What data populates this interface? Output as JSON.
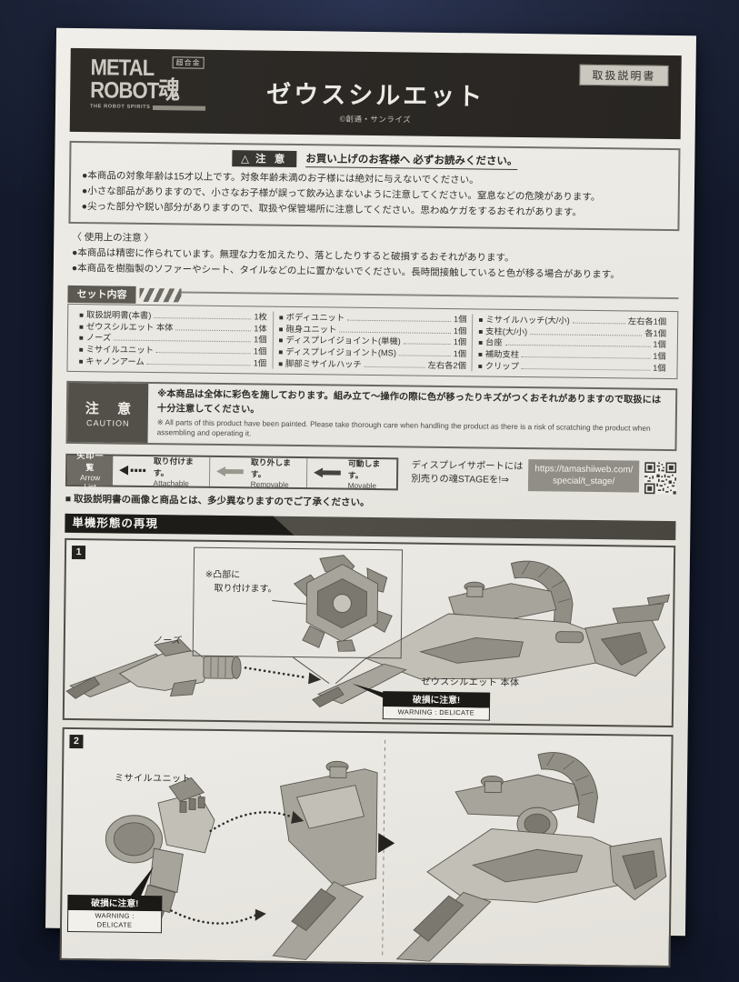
{
  "header": {
    "logo_line1": "METAL",
    "logo_line2": "ROBOT",
    "logo_kanji": "魂",
    "logo_badge": "超合金",
    "logo_tagline": "THE ROBOT SPIRITS",
    "manual_badge": "取扱説明書",
    "title": "ゼウスシルエット",
    "copyright": "©創通・サンライズ"
  },
  "caution_box": {
    "icon": "△",
    "label": "注 意",
    "headline": "お買い上げのお客様へ 必ずお読みください。",
    "bullets": [
      "●本商品の対象年齢は15才以上です。対象年齢未満のお子様には絶対に与えないでください。",
      "●小さな部品がありますので、小さなお子様が誤って飲み込まないように注意してください。窒息などの危険があります。",
      "●尖った部分や鋭い部分がありますので、取扱や保管場所に注意してください。思わぬケガをするおそれがあります。"
    ]
  },
  "usage_notes": {
    "title": "〈 使用上の注意 〉",
    "bullets": [
      "●本商品は精密に作られています。無理な力を加えたり、落としたりすると破損するおそれがあります。",
      "●本商品を樹脂製のソファーやシート、タイルなどの上に置かないでください。長時間接触していると色が移る場合があります。"
    ]
  },
  "set_contents": {
    "title": "セット内容",
    "bullet_char": "■",
    "columns": [
      [
        {
          "name": "取扱説明書(本書)",
          "qty": "1枚"
        },
        {
          "name": "ゼウスシルエット 本体",
          "qty": "1体"
        },
        {
          "name": "ノーズ",
          "qty": "1個"
        },
        {
          "name": "ミサイルユニット",
          "qty": "1個"
        },
        {
          "name": "キャノンアーム",
          "qty": "1個"
        }
      ],
      [
        {
          "name": "ボディユニット",
          "qty": "1個"
        },
        {
          "name": "砲身ユニット",
          "qty": "1個"
        },
        {
          "name": "ディスプレイジョイント(単機)",
          "qty": "1個"
        },
        {
          "name": "ディスプレイジョイント(MS)",
          "qty": "1個"
        },
        {
          "name": "脚部ミサイルハッチ",
          "qty": "左右各2個"
        }
      ],
      [
        {
          "name": "ミサイルハッチ(大/小)",
          "qty": "左右各1個"
        },
        {
          "name": "支柱(大/小)",
          "qty": "各1個"
        },
        {
          "name": "台座",
          "qty": "1個"
        },
        {
          "name": "補助支柱",
          "qty": "1個"
        },
        {
          "name": "クリップ",
          "qty": "1個"
        }
      ]
    ]
  },
  "caution2": {
    "label_jp": "注 意",
    "label_en": "CAUTION",
    "text_jp": "※本商品は全体に彩色を施しております。組み立て〜操作の際に色が移ったりキズがつくおそれがありますので取扱には十分注意してください。",
    "text_en": "※ All parts of this product have been painted. Please take thorough care when handling the product as there is a risk of scratching the product when assembling and operating it."
  },
  "arrow_list": {
    "label_jp": "矢印一覧",
    "label_en": "Arrow List",
    "items": [
      {
        "jp": "取り付けます。",
        "en": "Attachable"
      },
      {
        "jp": "取り外します。",
        "en": "Removable"
      },
      {
        "jp": "可動します。",
        "en": "Movable"
      }
    ]
  },
  "display_support": {
    "line1": "ディスプレイサポートには",
    "line2": "別売りの魂STAGEを!⇒",
    "url_line1": "https://tamashiiweb.com/",
    "url_line2": "special/t_stage/"
  },
  "disclaimer": "■ 取扱説明書の画像と商品とは、多少異なりますのでご了承ください。",
  "assembly": {
    "title": "単機形態の再現",
    "step1": {
      "num": "1",
      "callout_line1": "※凸部に",
      "callout_line2": "取り付けます。",
      "nose_label": "ノーズ",
      "body_label": "ゼウスシルエット 本体",
      "warning_jp": "破損に注意!",
      "warning_en": "WARNING : DELICATE"
    },
    "step2": {
      "num": "2",
      "unit_label": "ミサイルユニット",
      "warning_jp": "破損に注意!",
      "warning_en1": "WARNING :",
      "warning_en2": "DELICATE"
    }
  }
}
